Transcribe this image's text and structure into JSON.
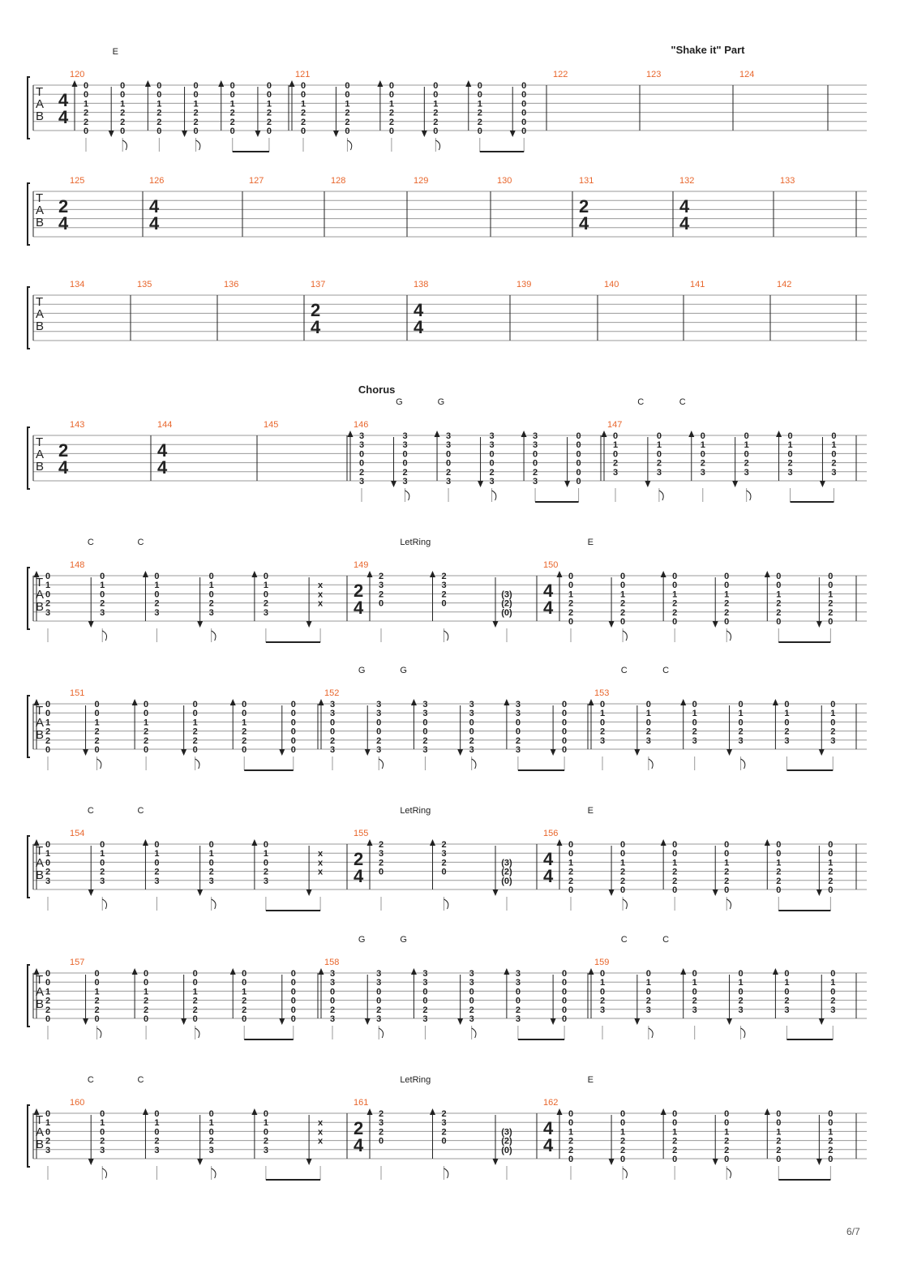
{
  "page": {
    "number": "6/7"
  },
  "colors": {
    "measure_number": "#e8662c",
    "staff_line": "#9a9a9a",
    "ink": "#222222"
  },
  "chord_shapes": {
    "E": [
      "0",
      "0",
      "1",
      "2",
      "2",
      "0"
    ],
    "G": [
      "3",
      "3",
      "0",
      "0",
      "2",
      "3"
    ],
    "C": [
      "0",
      "1",
      "0",
      "2",
      "3",
      ""
    ],
    "C2": [
      "2",
      "3",
      "2",
      "0",
      "",
      ""
    ],
    "O": [
      "0",
      "0",
      "0",
      "0",
      "0",
      "0"
    ],
    "X": [
      "",
      "x",
      "x",
      "x",
      "",
      ""
    ],
    "R": [
      "",
      "",
      "(3)",
      "(2)",
      "(0)",
      ""
    ]
  },
  "patterns": {
    "E_full": [
      [
        "E",
        "u"
      ],
      [
        "E",
        "d"
      ],
      [
        "E",
        "u"
      ],
      [
        "E",
        "d"
      ],
      [
        "E",
        "u"
      ],
      [
        "E",
        "d"
      ]
    ],
    "E_open": [
      [
        "E",
        "u"
      ],
      [
        "E",
        "d"
      ],
      [
        "E",
        "u"
      ],
      [
        "E",
        "d"
      ],
      [
        "E",
        "u"
      ],
      [
        "O",
        "d"
      ]
    ],
    "G_open": [
      [
        "G",
        "u"
      ],
      [
        "G",
        "d"
      ],
      [
        "G",
        "u"
      ],
      [
        "G",
        "d"
      ],
      [
        "G",
        "u"
      ],
      [
        "O",
        "d"
      ]
    ],
    "C_full": [
      [
        "C",
        "u"
      ],
      [
        "C",
        "d"
      ],
      [
        "C",
        "u"
      ],
      [
        "C",
        "d"
      ],
      [
        "C",
        "u"
      ],
      [
        "C",
        "d"
      ]
    ],
    "C_mute": [
      [
        "C",
        "u"
      ],
      [
        "C",
        "d"
      ],
      [
        "C",
        "u"
      ],
      [
        "C",
        "d"
      ],
      [
        "C",
        "u"
      ],
      [
        "X",
        "d"
      ]
    ],
    "C_ring": [
      [
        "C2",
        "u"
      ],
      [
        "C2",
        "u"
      ],
      [
        "R",
        "d"
      ]
    ]
  },
  "systems": [
    {
      "labels": [
        {
          "text": "E",
          "at": 0.095
        },
        {
          "text": "\"Shake it\" Part",
          "at": 0.765,
          "bold": true
        }
      ],
      "measures": [
        {
          "num": "120",
          "w": 315,
          "time": [
            "4",
            "4"
          ],
          "pattern": "E_full"
        },
        {
          "num": "121",
          "w": 318,
          "pattern": "E_open"
        },
        {
          "num": "122",
          "w": 115
        },
        {
          "num": "123",
          "w": 115
        },
        {
          "num": "124",
          "w": 117
        }
      ]
    },
    {
      "labels": [],
      "measures": [
        {
          "num": "125",
          "w": 135,
          "time": [
            "2",
            "4"
          ]
        },
        {
          "num": "126",
          "w": 123,
          "time": [
            "4",
            "4"
          ]
        },
        {
          "num": "127",
          "w": 101
        },
        {
          "num": "128",
          "w": 102
        },
        {
          "num": "129",
          "w": 103
        },
        {
          "num": "130",
          "w": 101
        },
        {
          "num": "131",
          "w": 124,
          "time": [
            "2",
            "4"
          ]
        },
        {
          "num": "132",
          "w": 124,
          "time": [
            "4",
            "4"
          ]
        },
        {
          "num": "133",
          "w": 102
        }
      ]
    },
    {
      "labels": [],
      "measures": [
        {
          "num": "134",
          "w": 120
        },
        {
          "num": "135",
          "w": 107
        },
        {
          "num": "136",
          "w": 107
        },
        {
          "num": "137",
          "w": 127,
          "time": [
            "2",
            "4"
          ]
        },
        {
          "num": "138",
          "w": 127,
          "time": [
            "4",
            "4"
          ]
        },
        {
          "num": "139",
          "w": 108
        },
        {
          "num": "140",
          "w": 106
        },
        {
          "num": "141",
          "w": 107
        },
        {
          "num": "142",
          "w": 106
        }
      ]
    },
    {
      "labels": [
        {
          "text": "Chorus",
          "at": 0.39,
          "bold": true,
          "big": true
        },
        {
          "text": "G",
          "at": 0.435
        },
        {
          "text": "G",
          "at": 0.485
        },
        {
          "text": "C",
          "at": 0.725
        },
        {
          "text": "C",
          "at": 0.775
        }
      ],
      "measures": [
        {
          "num": "143",
          "w": 145,
          "time": [
            "2",
            "4"
          ]
        },
        {
          "num": "144",
          "w": 131,
          "time": [
            "4",
            "4"
          ]
        },
        {
          "num": "145",
          "w": 111
        },
        {
          "num": "146",
          "w": 313,
          "pattern": "G_open"
        },
        {
          "num": "147",
          "w": 315,
          "pattern": "C_full"
        }
      ]
    },
    {
      "labels": [
        {
          "text": "C",
          "at": 0.065
        },
        {
          "text": "C",
          "at": 0.125
        },
        {
          "text": "LetRing",
          "at": 0.44
        },
        {
          "text": "E",
          "at": 0.665
        }
      ],
      "measures": [
        {
          "num": "148",
          "w": 387,
          "pattern": "C_mute"
        },
        {
          "num": "149",
          "w": 234,
          "time": [
            "2",
            "4"
          ],
          "pattern": "C_ring"
        },
        {
          "num": "150",
          "w": 394,
          "time": [
            "4",
            "4"
          ],
          "pattern": "E_full"
        }
      ]
    },
    {
      "labels": [
        {
          "text": "G",
          "at": 0.39
        },
        {
          "text": "G",
          "at": 0.44
        },
        {
          "text": "C",
          "at": 0.705
        },
        {
          "text": "C",
          "at": 0.755
        }
      ],
      "measures": [
        {
          "num": "151",
          "w": 351,
          "pattern": "E_open"
        },
        {
          "num": "152",
          "w": 333,
          "pattern": "G_open"
        },
        {
          "num": "153",
          "w": 331,
          "pattern": "C_full"
        }
      ]
    },
    {
      "labels": [
        {
          "text": "C",
          "at": 0.065
        },
        {
          "text": "C",
          "at": 0.125
        },
        {
          "text": "LetRing",
          "at": 0.44
        },
        {
          "text": "E",
          "at": 0.665
        }
      ],
      "measures": [
        {
          "num": "154",
          "w": 387,
          "pattern": "C_mute"
        },
        {
          "num": "155",
          "w": 234,
          "time": [
            "2",
            "4"
          ],
          "pattern": "C_ring"
        },
        {
          "num": "156",
          "w": 394,
          "time": [
            "4",
            "4"
          ],
          "pattern": "E_full"
        }
      ]
    },
    {
      "labels": [
        {
          "text": "G",
          "at": 0.39
        },
        {
          "text": "G",
          "at": 0.44
        },
        {
          "text": "C",
          "at": 0.705
        },
        {
          "text": "C",
          "at": 0.755
        }
      ],
      "measures": [
        {
          "num": "157",
          "w": 351,
          "pattern": "E_open"
        },
        {
          "num": "158",
          "w": 333,
          "pattern": "G_open"
        },
        {
          "num": "159",
          "w": 331,
          "pattern": "C_full"
        }
      ]
    },
    {
      "labels": [
        {
          "text": "C",
          "at": 0.065
        },
        {
          "text": "C",
          "at": 0.125
        },
        {
          "text": "LetRing",
          "at": 0.44
        },
        {
          "text": "E",
          "at": 0.665
        }
      ],
      "measures": [
        {
          "num": "160",
          "w": 387,
          "pattern": "C_mute"
        },
        {
          "num": "161",
          "w": 234,
          "time": [
            "2",
            "4"
          ],
          "pattern": "C_ring"
        },
        {
          "num": "162",
          "w": 394,
          "time": [
            "4",
            "4"
          ],
          "pattern": "E_full"
        }
      ]
    }
  ]
}
